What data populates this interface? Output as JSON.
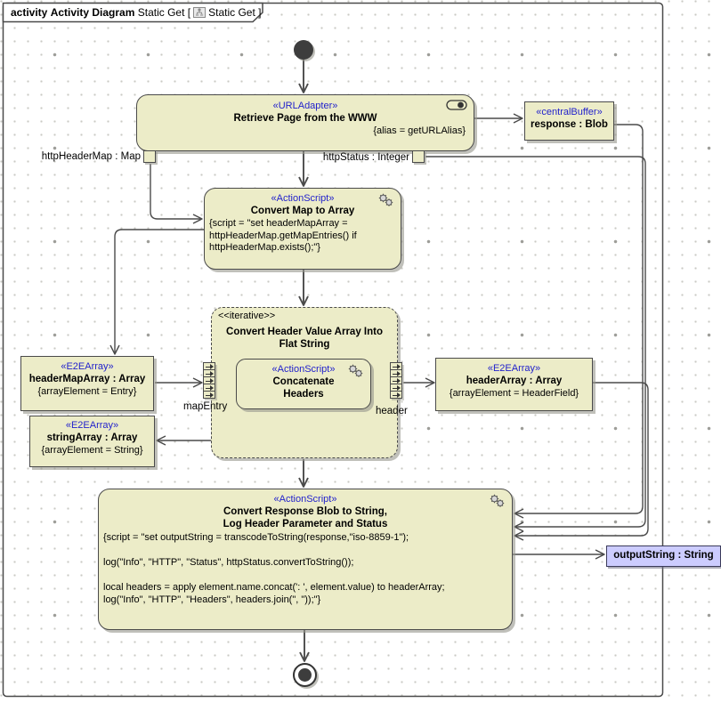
{
  "frame": {
    "keyword": "activity",
    "diagram_type": "Activity Diagram",
    "diagram_name": "Static Get",
    "context_open": "[",
    "context_name": "Static Get",
    "context_close": "]"
  },
  "colors": {
    "node_fill": "#ECECC8",
    "node_border": "#4A4A4A",
    "stereotype_text": "#2222CC",
    "edge": "#4A4A4A",
    "selected_object_fill": "#CCCCFF",
    "canvas": "#FFFFFF"
  },
  "nodes": {
    "url_adapter": {
      "stereotype": "«URLAdapter»",
      "name": "Retrieve Page from the WWW",
      "tag": "{alias = getURLAlias}"
    },
    "response_buffer": {
      "stereotype": "«centralBuffer»",
      "name": "response : Blob"
    },
    "convert_map": {
      "stereotype": "«ActionScript»",
      "name": "Convert Map to Array",
      "script": [
        "{script = \"set headerMapArray =",
        "httpHeaderMap.getMapEntries() if",
        "httpHeaderMap.exists();\"}"
      ]
    },
    "iterative": {
      "stereotype": "<<iterative>>",
      "name": [
        "Convert Header Value Array Into",
        "Flat String"
      ]
    },
    "concatenate": {
      "stereotype": "«ActionScript»",
      "name": [
        "Concatenate",
        "Headers"
      ]
    },
    "header_map_array": {
      "stereotype": "«E2EArray»",
      "name": "headerMapArray : Array",
      "tag": "{arrayElement = Entry}"
    },
    "string_array": {
      "stereotype": "«E2EArray»",
      "name": "stringArray : Array",
      "tag": "{arrayElement = String}"
    },
    "header_array": {
      "stereotype": "«E2EArray»",
      "name": "headerArray : Array",
      "tag": "{arrayElement = HeaderField}"
    },
    "convert_response": {
      "stereotype": "«ActionScript»",
      "name": [
        "Convert Response Blob to String,",
        "Log Header Parameter and Status"
      ],
      "script": [
        "{script = \"set outputString = transcodeToString(response,\"iso-8859-1\");",
        "",
        "log(\"Info\", \"HTTP\", \"Status\", httpStatus.convertToString());",
        "",
        "local headers = apply element.name.concat(': ', element.value) to headerArray;",
        "log(\"Info\", \"HTTP\", \"Headers\", headers.join(\", \"));\"}"
      ]
    },
    "output_string": {
      "name": "outputString : String"
    }
  },
  "pins": {
    "http_header_map": "httpHeaderMap : Map",
    "http_status": "httpStatus : Integer"
  },
  "edge_labels": {
    "map_entry": "mapEntry",
    "header": "header"
  }
}
